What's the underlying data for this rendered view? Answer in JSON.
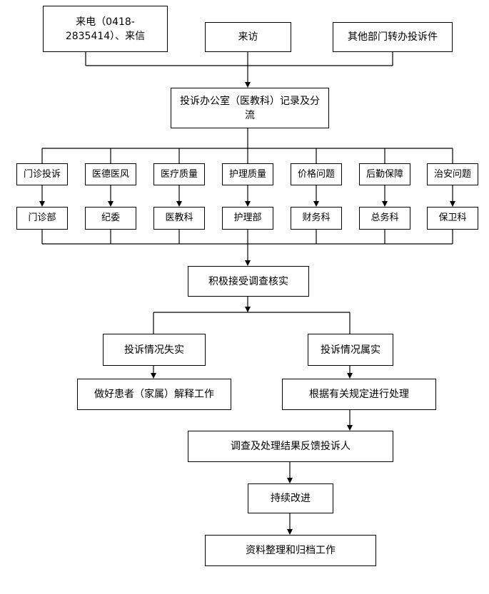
{
  "sources": {
    "phone": "来电（0418-2835414）、来信",
    "visit": "来访",
    "other_dept": "其他部门转办投诉件"
  },
  "office": "投诉办公室（医教科）记录及分流",
  "categories": [
    {
      "issue": "门诊投诉",
      "dept": "门诊部"
    },
    {
      "issue": "医德医风",
      "dept": "纪委"
    },
    {
      "issue": "医疗质量",
      "dept": "医教科"
    },
    {
      "issue": "护理质量",
      "dept": "护理部"
    },
    {
      "issue": "价格问题",
      "dept": "财务科"
    },
    {
      "issue": "后勤保障",
      "dept": "总务科"
    },
    {
      "issue": "治安问题",
      "dept": "保卫科"
    }
  ],
  "investigate": "积极接受调查核实",
  "branches": {
    "false_claim": "投诉情况失实",
    "true_claim": "投诉情况属实",
    "explain": "做好患者（家属）解释工作",
    "handle": "根据有关规定进行处理"
  },
  "feedback": "调查及处理结果反馈投诉人",
  "improve": "持续改进",
  "archive": "资料整理和归档工作"
}
